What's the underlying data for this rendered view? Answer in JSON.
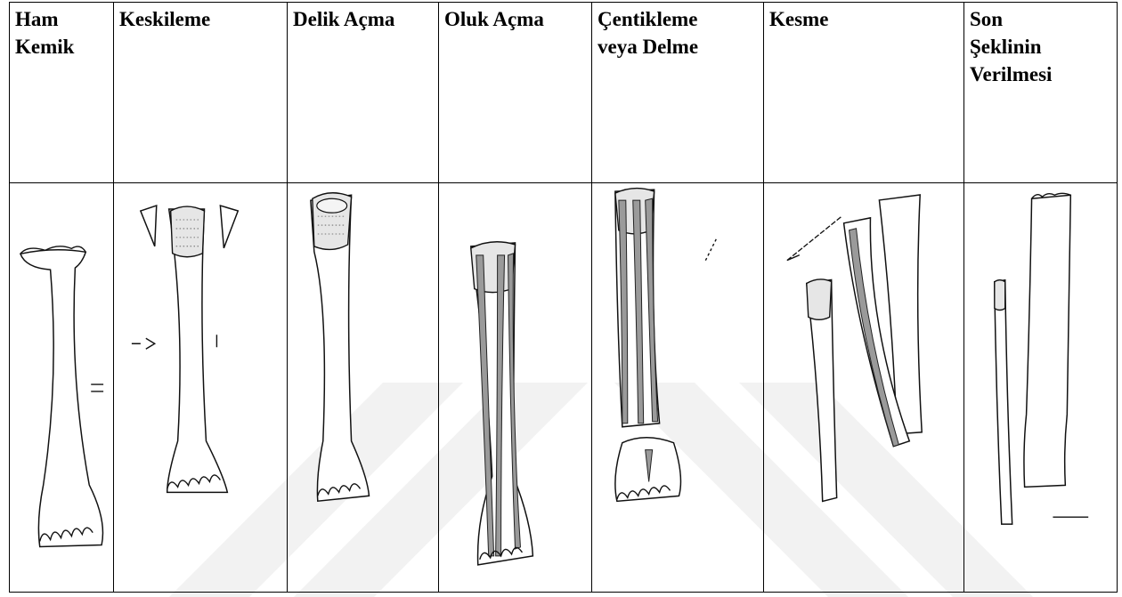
{
  "columns": [
    {
      "id": "raw",
      "label": "Ham\nKemik"
    },
    {
      "id": "chisel",
      "label": "Keskileme"
    },
    {
      "id": "hole",
      "label": "Delik Açma"
    },
    {
      "id": "groove",
      "label": "Oluk Açma"
    },
    {
      "id": "notch",
      "label": "Çentikleme\nveya Delme"
    },
    {
      "id": "cut",
      "label": "Kesme"
    },
    {
      "id": "finish",
      "label": "Son\nŞeklinin\nVerilmesi"
    }
  ],
  "colors": {
    "border": "#000000",
    "groove": "#9a9a9a",
    "stroke": "#111111",
    "watermark": "#f2f2f2"
  },
  "icons": [
    "metapodial-bone-drawing",
    "groove-mark",
    "cut-blade"
  ]
}
